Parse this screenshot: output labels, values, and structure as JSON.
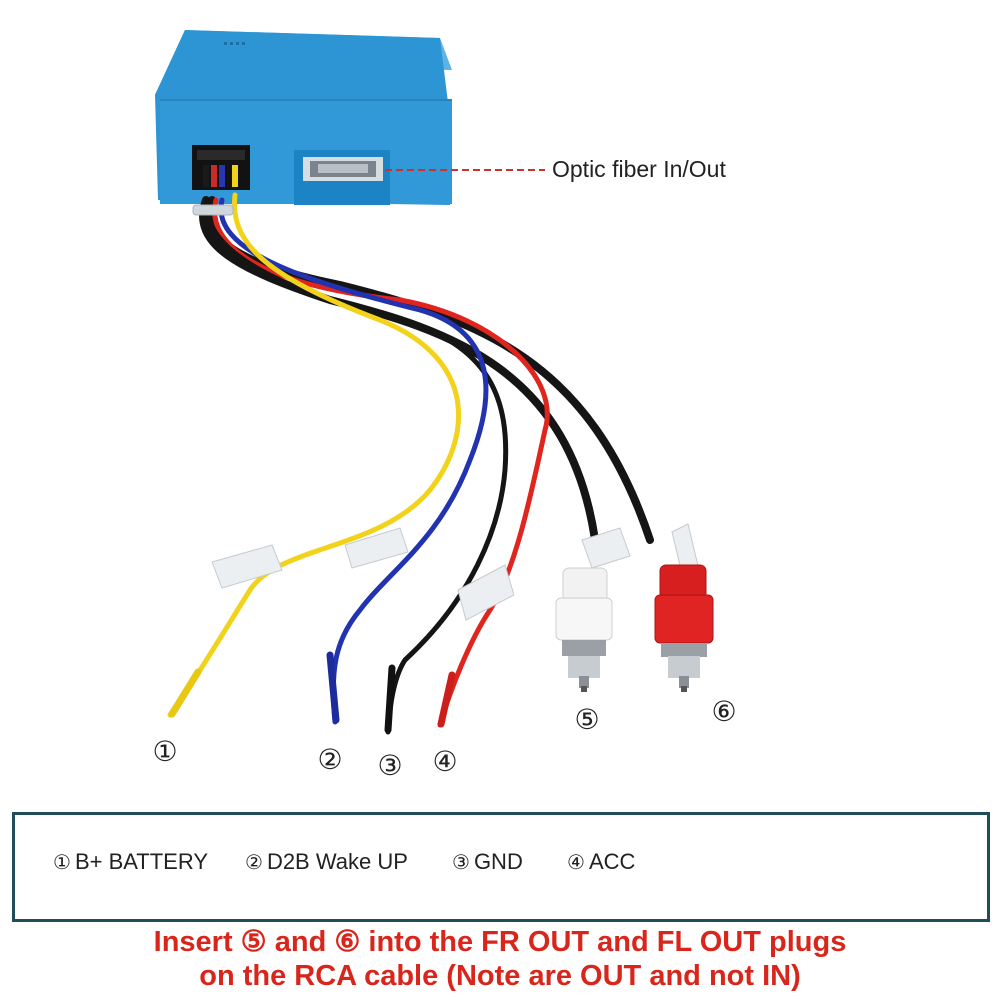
{
  "callout": {
    "text": "Optic fiber In/Out"
  },
  "wire_numbers": [
    "①",
    "②",
    "③",
    "④",
    "⑤",
    "⑥"
  ],
  "legend": {
    "items": [
      {
        "num": "①",
        "label": "B+ BATTERY"
      },
      {
        "num": "②",
        "label": "D2B Wake UP"
      },
      {
        "num": "③",
        "label": "GND"
      },
      {
        "num": "④",
        "label": "ACC"
      }
    ]
  },
  "notice": {
    "line1": "Insert ⑤ and ⑥ into the FR OUT and FL OUT plugs",
    "line2": "on the RCA cable (Note are OUT and not IN)"
  },
  "colors": {
    "box": "#2d95d3",
    "wire_yellow": "#f2d21b",
    "wire_blue": "#2233b0",
    "wire_black": "#151515",
    "wire_red": "#e0251f",
    "rca_white": "#f2f2f2",
    "rca_red": "#d81f1f",
    "notice": "#d9261c",
    "legend_border": "#1f4e5a"
  }
}
